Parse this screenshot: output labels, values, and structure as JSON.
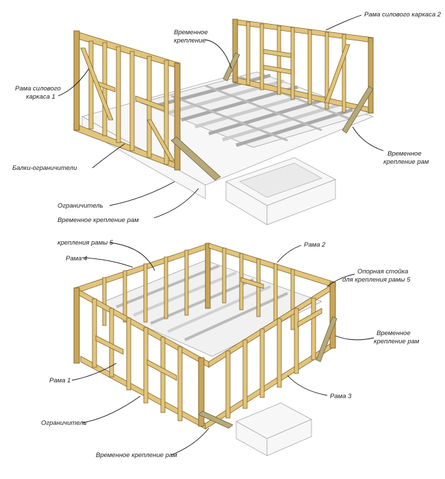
{
  "top_labels": {
    "frame2": "Рама силового каркаса 2",
    "temp_mount_l1": "Временное",
    "temp_mount_l2": "крепление",
    "frame1_l1": "Рама силового",
    "frame1_l2": "каркаса 1",
    "temp_frame_right_l1": "Временное",
    "temp_frame_right_l2": "крепление рам",
    "limiter_beams": "Балки-ограничители",
    "limiter": "Ограничитель",
    "temp_frame_bottom": "Временное крепление рам"
  },
  "bottom_labels": {
    "frame5_mount": "крепления рамы 5",
    "frame4": "Рама 4",
    "frame2": "Рама 2",
    "support_post_l1": "Опорная стойка",
    "support_post_l2": "для крепления рамы 5",
    "temp_frame_right_l1": "Временное",
    "temp_frame_right_l2": "крепление рам",
    "frame1": "Рама 1",
    "frame3": "Рама 3",
    "limiter": "Ограничитель",
    "temp_frame_bottom": "Временное крепление рам"
  },
  "colors": {
    "wood": "#e2c57c",
    "wood_dark": "#c9a55a",
    "joists": "#f1f1f1",
    "leader_lines": "#111111"
  }
}
